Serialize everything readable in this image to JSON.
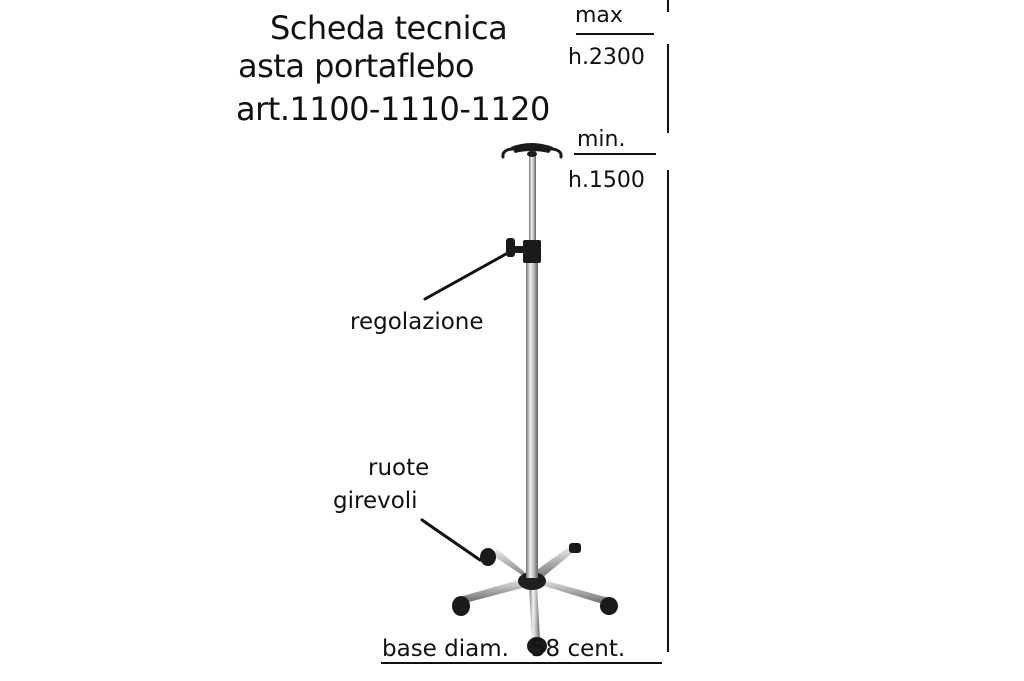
{
  "header": {
    "line1": "Scheda tecnica",
    "line2": "asta portaflebo",
    "line3": "art.1100-1110-1120"
  },
  "dimensions": {
    "max_label": "max",
    "max_value": "h.2300",
    "min_label": "min.",
    "min_value": "h.1500"
  },
  "callouts": {
    "regolazione": "regolazione",
    "ruote": "ruote",
    "girevoli": "girevoli"
  },
  "base": {
    "label": "base diam.   58 cent."
  },
  "colors": {
    "text": "#111111",
    "pole_light": "#e6e6e6",
    "pole_dark": "#7a7a7a",
    "hardware": "#1a1a1a"
  }
}
